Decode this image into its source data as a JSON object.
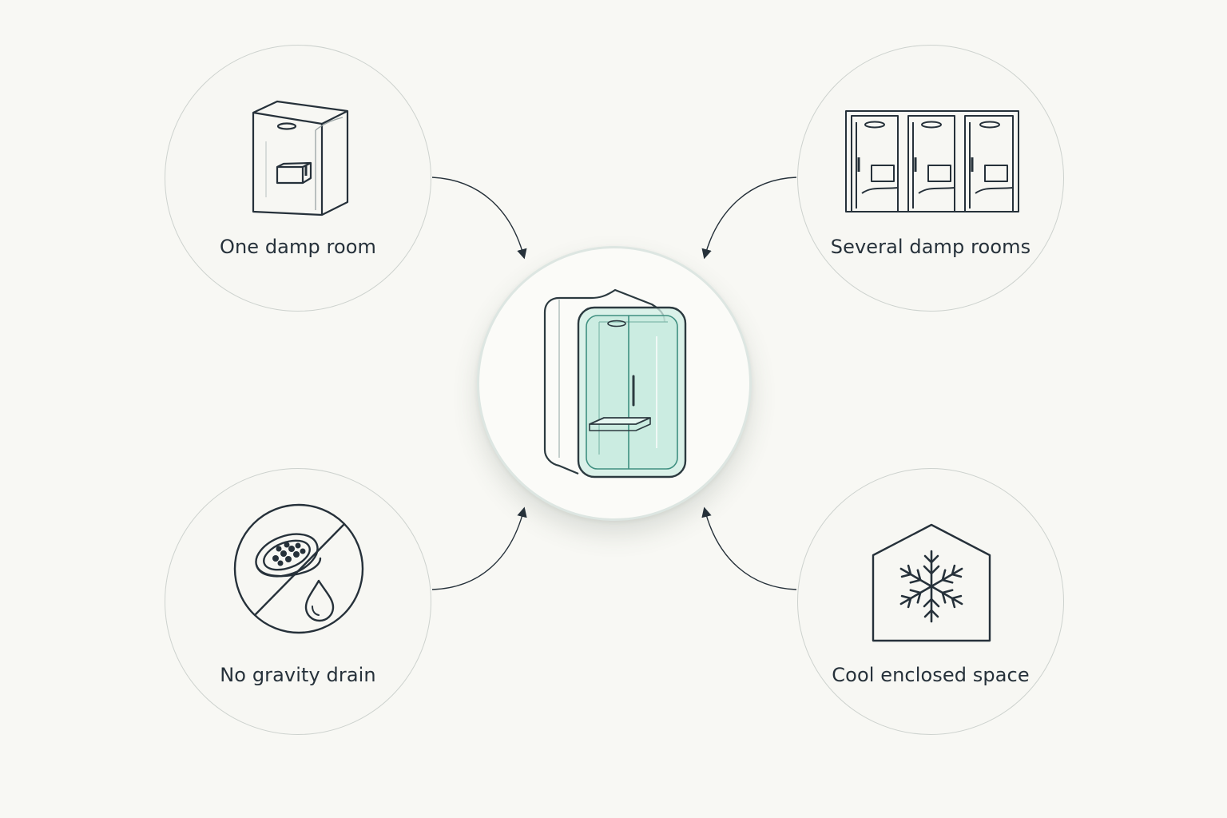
{
  "diagram": {
    "center": {
      "icon": "glass-shower-pod-icon"
    },
    "nodes": [
      {
        "id": "one-damp-room",
        "label": "One damp room",
        "icon": "single-shower-cabin-icon"
      },
      {
        "id": "several-damp-rooms",
        "label": "Several damp rooms",
        "icon": "three-shower-cabins-icon"
      },
      {
        "id": "no-gravity-drain",
        "label": "No gravity drain",
        "icon": "no-drain-icon"
      },
      {
        "id": "cool-enclosed-space",
        "label": "Cool enclosed space",
        "icon": "house-snowflake-icon"
      }
    ],
    "colors": {
      "background": "#f8f8f4",
      "line": "#26313a",
      "circle_border": "#cdd2ce",
      "glass_fill": "#cfeee4",
      "glass_stroke": "#3f8f80"
    }
  }
}
